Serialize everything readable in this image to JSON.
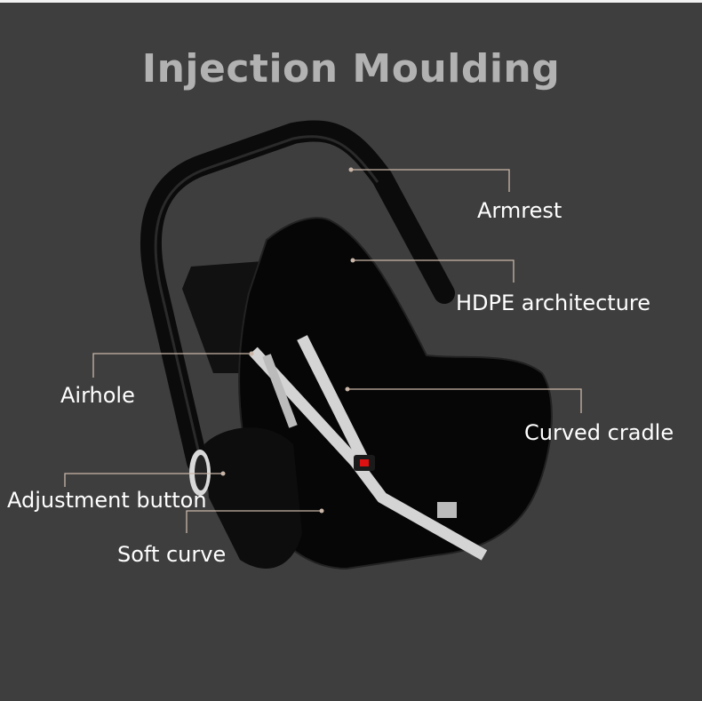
{
  "title": "Injection Moulding",
  "callouts": {
    "armrest": "Armrest",
    "hdpe": "HDPE architecture",
    "curved_cradle": "Curved cradle",
    "airhole": "Airhole",
    "adjustment_button": "Adjustment button",
    "soft_curve": "Soft curve"
  },
  "colors": {
    "background": "#3e3e3e",
    "title": "#b2b2b2",
    "leader_line": "#c9b6a8",
    "label": "#ffffff"
  }
}
